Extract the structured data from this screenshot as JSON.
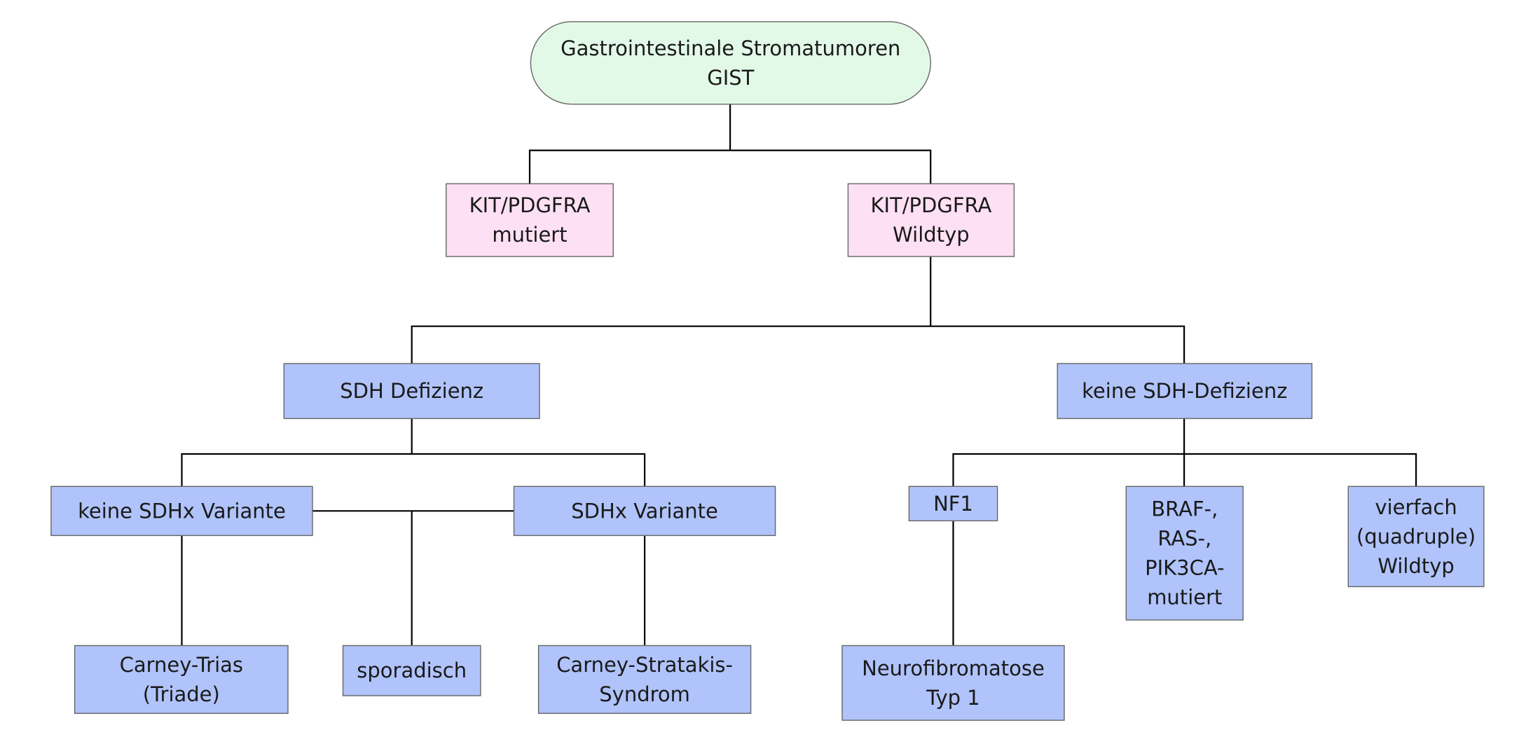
{
  "colors": {
    "root_fill": "#e3f9e7",
    "level1_fill": "#fde0f4",
    "category_fill": "#b0c3fa",
    "line": "#000000",
    "text": "#1a1a1a"
  },
  "nodes": {
    "root": {
      "lines": [
        "Gastrointestinale Stromatumoren",
        "GIST"
      ]
    },
    "kit_mutiert": {
      "lines": [
        "KIT/PDGFRA",
        "mutiert"
      ]
    },
    "kit_wildtyp": {
      "lines": [
        "KIT/PDGFRA",
        "Wildtyp"
      ]
    },
    "sdh_defizienz": {
      "lines": [
        "SDH Defizienz"
      ]
    },
    "keine_sdh": {
      "lines": [
        "keine SDH-Defizienz"
      ]
    },
    "keine_sdhx": {
      "lines": [
        "keine SDHx Variante"
      ]
    },
    "sdhx": {
      "lines": [
        "SDHx Variante"
      ]
    },
    "nf1": {
      "lines": [
        "NF1"
      ]
    },
    "braf": {
      "lines": [
        "BRAF-,",
        "RAS-,",
        "PIK3CA-",
        "mutiert"
      ]
    },
    "vierfach": {
      "lines": [
        "vierfach",
        "(quadruple)",
        "Wildtyp"
      ]
    },
    "carney_trias": {
      "lines": [
        "Carney-Trias",
        "(Triade)"
      ]
    },
    "sporadisch": {
      "lines": [
        "sporadisch"
      ]
    },
    "carney_stratakis": {
      "lines": [
        "Carney-Stratakis-",
        "Syndrom"
      ]
    },
    "neurofibromatose": {
      "lines": [
        "Neurofibromatose",
        "Typ 1"
      ]
    }
  }
}
